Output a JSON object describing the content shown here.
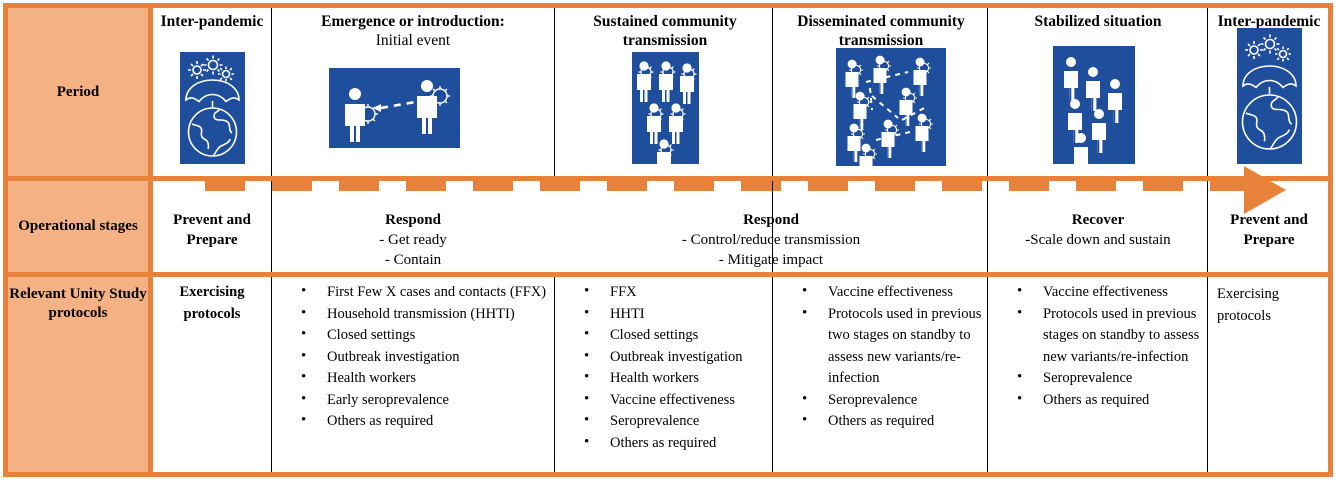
{
  "table": {
    "row_labels": {
      "period": "Period",
      "operational_stages": "Operational stages",
      "protocols": "Relevant Unity Study protocols"
    },
    "columns": [
      {
        "id": "inter-pandemic-start",
        "header_main": "Inter-pandemic",
        "header_sub": "",
        "icon": "umbrella-over-globe-with-virus-icon"
      },
      {
        "id": "emergence",
        "header_main": "Emergence or introduction:",
        "header_sub": "Initial event",
        "icon": "two-people-virus-transmission-arrow-icon"
      },
      {
        "id": "sustained-community-transmission",
        "header_main": "Sustained community transmission",
        "header_sub": "",
        "icon": "six-infected-people-icon"
      },
      {
        "id": "disseminated-community-transmission",
        "header_main": "Disseminated community transmission",
        "header_sub": "",
        "icon": "network-of-infected-people-icon"
      },
      {
        "id": "stabilized-situation",
        "header_main": "Stabilized situation",
        "header_sub": "",
        "icon": "six-healthy-people-icon"
      },
      {
        "id": "inter-pandemic-end",
        "header_main": "Inter-pandemic",
        "header_sub": "",
        "icon": "umbrella-over-globe-with-virus-icon"
      }
    ],
    "operational_stages": {
      "prevent_prepare_start": {
        "title": "Prevent and Prepare",
        "lines": []
      },
      "respond_early": {
        "title": "Respond",
        "lines": [
          "- Get ready",
          "- Contain"
        ]
      },
      "respond_mid": {
        "title": "Respond",
        "lines": [
          "-    Control/reduce transmission",
          "-      Mitigate impact"
        ]
      },
      "recover": {
        "title": "Recover",
        "lines": [
          "-Scale down and sustain"
        ]
      },
      "prevent_prepare_end": {
        "title": "Prevent and Prepare",
        "lines": []
      }
    },
    "protocols": {
      "col1_text": "Exercising protocols",
      "col2_items": [
        "First Few X cases and contacts (FFX)",
        "Household transmission (HHTI)",
        "Closed settings",
        "Outbreak investigation",
        "Health workers",
        "Early seroprevalence",
        "Others as required"
      ],
      "col3_items": [
        "FFX",
        "HHTI",
        "Closed settings",
        "Outbreak investigation",
        "Health workers",
        "Vaccine effectiveness",
        "Seroprevalence",
        "Others as required"
      ],
      "col4_items": [
        "Vaccine effectiveness",
        "Protocols used in previous two stages on standby to assess new variants/re-infection",
        "Seroprevalence",
        "Others as required"
      ],
      "col5_items": [
        "Vaccine effectiveness",
        "Protocols used in previous stages on standby to assess new variants/re-infection",
        "Seroprevalence",
        "Others as required"
      ],
      "col6_text": "Exercising protocols"
    },
    "colors": {
      "frame_orange": "#E8823A",
      "label_fill": "#F4B183",
      "icon_blue": "#1F4E9C",
      "divider_black": "#000000"
    }
  }
}
